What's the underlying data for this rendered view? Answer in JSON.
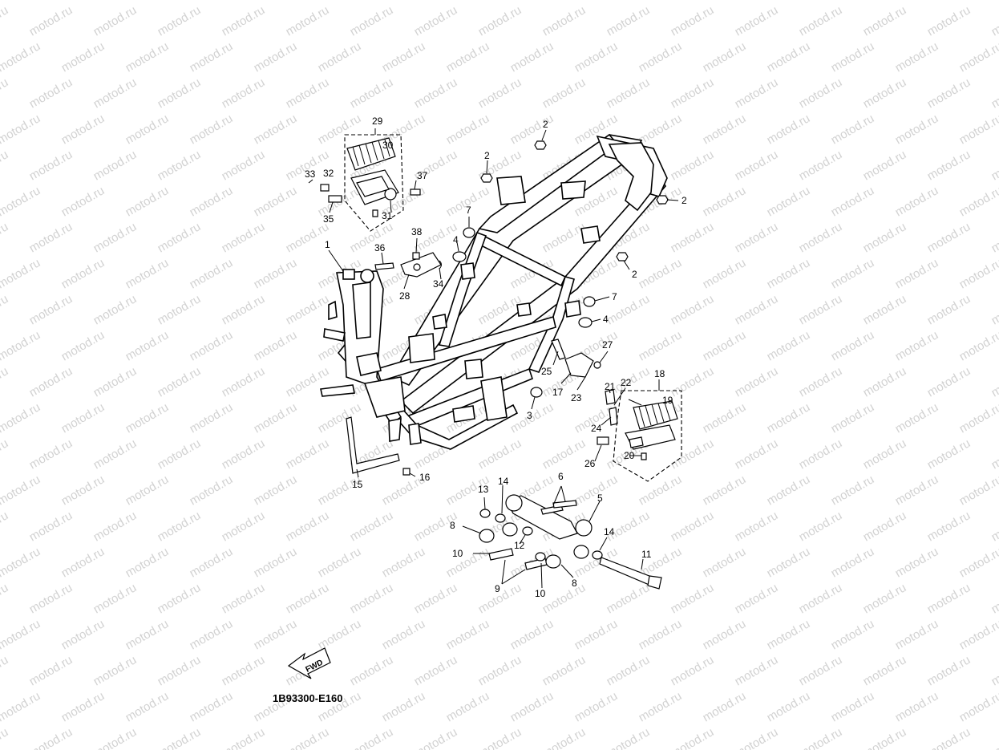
{
  "watermark": "motod.ru",
  "diagram_code": "1B93300-E160",
  "fwd_label": "FWD",
  "callouts": {
    "c1": "1",
    "c2a": "2",
    "c2b": "2",
    "c2c": "2",
    "c2d": "2",
    "c3": "3",
    "c4a": "4",
    "c4b": "4",
    "c5": "5",
    "c6": "6",
    "c7a": "7",
    "c7b": "7",
    "c8a": "8",
    "c8b": "8",
    "c9": "9",
    "c10a": "10",
    "c10b": "10",
    "c11": "11",
    "c12": "12",
    "c13": "13",
    "c14a": "14",
    "c14b": "14",
    "c15": "15",
    "c16": "16",
    "c17": "17",
    "c18": "18",
    "c19": "19",
    "c20": "20",
    "c21": "21",
    "c22": "22",
    "c23": "23",
    "c24": "24",
    "c25": "25",
    "c26": "26",
    "c27": "27",
    "c28": "28",
    "c29": "29",
    "c30": "30",
    "c31": "31",
    "c32": "32",
    "c33": "33",
    "c34": "34",
    "c35": "35",
    "c36": "36",
    "c37": "37",
    "c38": "38"
  }
}
